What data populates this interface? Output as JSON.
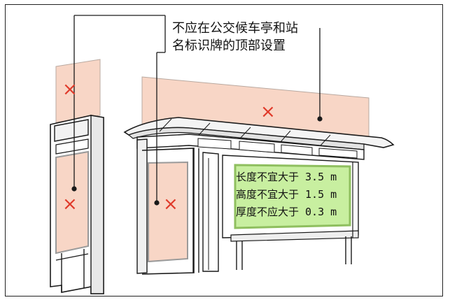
{
  "annotation": {
    "top_text": [
      "不应在公交候车亭和站",
      "名标识牌的顶部设置"
    ],
    "notes": [
      "长度不宜大于 3.5 m",
      "高度不宜大于 1.5 m",
      "厚度不应大于 0.3 m"
    ]
  },
  "markers": {
    "cross": "×"
  },
  "colors": {
    "prohibited_fill": "#f8d6c6",
    "allowed_fill": "#c8efa0",
    "cross_red": "#e03a2a",
    "line": "#1a1a1a"
  }
}
